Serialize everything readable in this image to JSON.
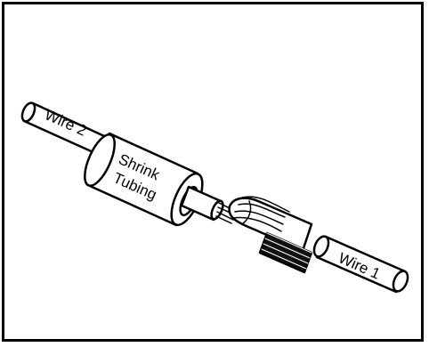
{
  "figure": {
    "labels": {
      "wire_2": "Wire 2",
      "shrink_tubing_line1": "Shrink",
      "shrink_tubing_line2": "Tubing",
      "wire_1": "Wire 1"
    },
    "colors": {
      "frame": "#000000",
      "line": "#000000",
      "fill": "#ffffff",
      "dark_strands": "#111111"
    }
  }
}
